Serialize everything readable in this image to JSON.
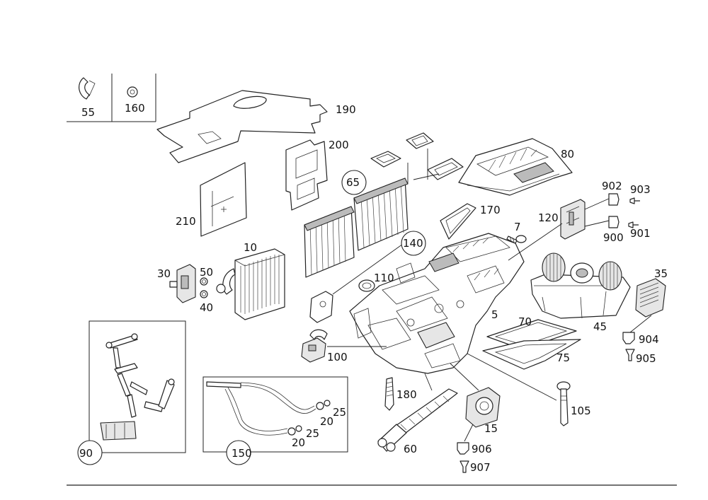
{
  "diagram": {
    "line_color": "#222222",
    "background": "#ffffff",
    "labels": [
      "55",
      "160",
      "190",
      "200",
      "210",
      "65",
      "140",
      "80",
      "902",
      "903",
      "120",
      "900",
      "901",
      "170",
      "7",
      "10",
      "30",
      "50",
      "40",
      "110",
      "35",
      "5",
      "70",
      "45",
      "904",
      "905",
      "75",
      "100",
      "180",
      "25",
      "20",
      "105",
      "90",
      "150",
      "15",
      "60",
      "906",
      "907"
    ]
  }
}
